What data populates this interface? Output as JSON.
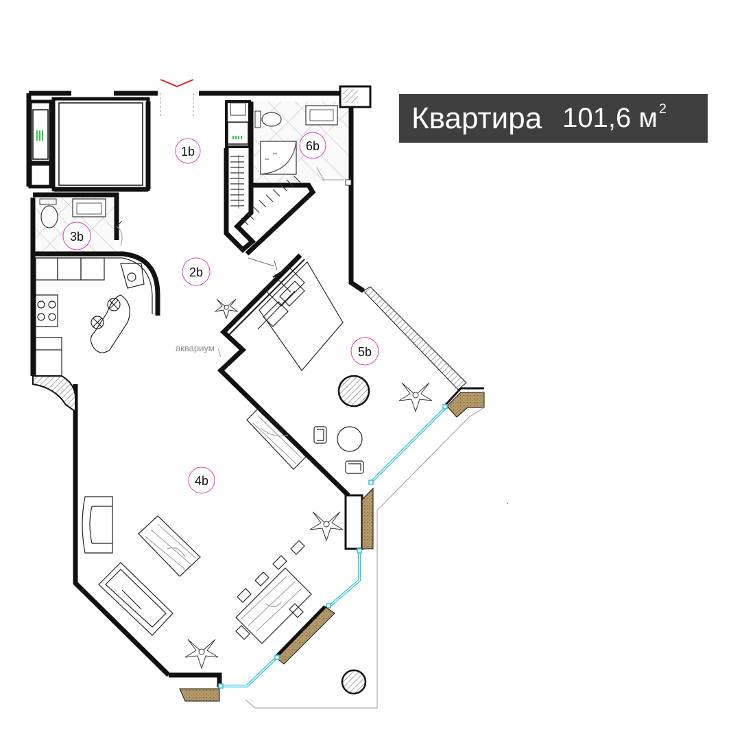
{
  "title": {
    "word": "Квартира",
    "area": "101,6 м",
    "area_sup": "2"
  },
  "rooms": [
    {
      "id": "1b",
      "label": "1b"
    },
    {
      "id": "2b",
      "label": "2b"
    },
    {
      "id": "3b",
      "label": "3b"
    },
    {
      "id": "4b",
      "label": "4b"
    },
    {
      "id": "5b",
      "label": "5b"
    },
    {
      "id": "6b",
      "label": "6b"
    }
  ],
  "annotations": {
    "aquarium": "аквариум"
  },
  "colors": {
    "title_bg": "#3f3f3f",
    "title_text": "#ffffff",
    "wall": "#111111",
    "room_circle": "#d63fb5",
    "window_glass": "#29c6d6",
    "brick_fill": "#b59a6a",
    "entry_arrow": "#e02020",
    "radiator_green": "#2ecc40"
  }
}
